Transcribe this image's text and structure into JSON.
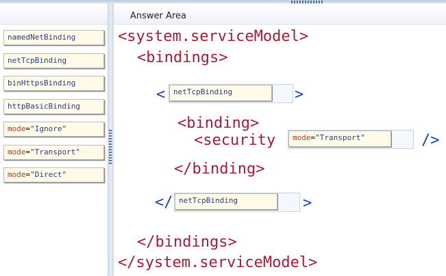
{
  "answer_area": {
    "title": "Answer Area"
  },
  "options": [
    {
      "attr": "namedNetBinding",
      "eq": "",
      "value": ""
    },
    {
      "attr": "netTcpBinding",
      "eq": "",
      "value": ""
    },
    {
      "attr": "binHttpsBinding",
      "eq": "",
      "value": ""
    },
    {
      "attr": "httpBasicBinding",
      "eq": "",
      "value": ""
    },
    {
      "attr": "mode",
      "eq": "=",
      "value": "\"Ignore\""
    },
    {
      "attr": "mode",
      "eq": "=",
      "value": "\"Transport\""
    },
    {
      "attr": "mode",
      "eq": "=",
      "value": "\"Direct\""
    }
  ],
  "code": {
    "line1": "<system.serviceModel>",
    "line2": "<bindings>",
    "lt": "<",
    "gt": ">",
    "line_binding_open": "<binding>",
    "security_open": "<security",
    "self_close": "/>",
    "line_binding_close": "</binding>",
    "close_lt": "</",
    "line_bindings_close": "</bindings>",
    "line_last": "</system.serviceModel>"
  },
  "slots": {
    "slot1": {
      "attr": "netTcpBinding",
      "eq": "",
      "value": ""
    },
    "slot2": {
      "attr": "mode",
      "eq": "=",
      "value": "\"Transport\""
    },
    "slot3": {
      "attr": "netTcpBinding",
      "eq": "",
      "value": ""
    }
  }
}
